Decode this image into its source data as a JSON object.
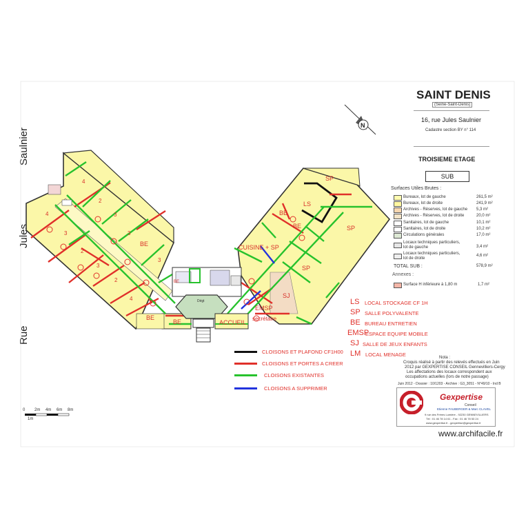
{
  "streets": {
    "street_top": "Saulnier",
    "street_mid": "Jules",
    "street_bottom": "Rue"
  },
  "title_block": {
    "city": "SAINT DENIS",
    "subtitle": "(Seine-Saint-Denis)",
    "address": "16, rue Jules Saulnier",
    "cadastre": "Cadastre section BY n° 114",
    "floor": "TROISIEME ETAGE",
    "sub_box": "SUB"
  },
  "surfaces": {
    "heading": "Surfaces Utiles Brutes :",
    "rows": [
      {
        "label": "Bureaux, lot de gauche",
        "value": "261,5 m²",
        "color": "#fffbb0"
      },
      {
        "label": "Bureaux, lot de droite",
        "value": "241,9 m²",
        "color": "#fff7a0"
      },
      {
        "label": "Archives - Réserves, lot de gauche",
        "value": "5,3 m²",
        "color": "#f7d7b0"
      },
      {
        "label": "Archives - Réserves, lot de droite",
        "value": "20,0 m²",
        "color": "#f3e4c8"
      },
      {
        "label": "Sanitaires, lot de gauche",
        "value": "10,1 m²",
        "color": "#ffffff"
      },
      {
        "label": "Sanitaires, lot de droite",
        "value": "10,2 m²",
        "color": "#ffffff"
      },
      {
        "label": "Circulations générales",
        "value": "17,0 m²",
        "color": "#dde8d4"
      }
    ],
    "tech_rows": [
      {
        "label_1": "Locaux techniques particuliers,",
        "label_2": "lot de gauche",
        "value": "3,4 m²"
      },
      {
        "label_1": "Locaux techniques particuliers,",
        "label_2": "lot de droite",
        "value": "4,6 m²"
      }
    ],
    "total_label": "TOTAL SUB :",
    "total_value": "578,9 m²",
    "annexes_heading": "Annexes :",
    "annexes_row": {
      "label": "Surface H inférieure à 1,80 m",
      "value": "1,7 m²",
      "color": "#f4b6a8"
    }
  },
  "abbreviations": [
    {
      "code": "LS",
      "desc": "LOCAL STOCKAGE CF 1H"
    },
    {
      "code": "SP",
      "desc": "SALLE POLYVALENTE"
    },
    {
      "code": "BE",
      "desc": "BUREAU ENTRETIEN"
    },
    {
      "code": "EMSP",
      "desc": "ESPACE EQUIPE MOBILE"
    },
    {
      "code": "SJ",
      "desc": "SALLE DE JEUX ENFANTS"
    },
    {
      "code": "LM",
      "desc": "LOCAL MENAGE"
    }
  ],
  "wall_legend": [
    {
      "label": "CLOISONS ET PLAFOND CF1H00",
      "color": "#111111"
    },
    {
      "label": "CLOISONS ET PORTES  A CREER",
      "color": "#e0302a"
    },
    {
      "label": "CLOISONS EXISTANTES",
      "color": "#27c22d"
    },
    {
      "label": "CLOISONS A SUPPRIMER",
      "color": "#2233dd"
    }
  ],
  "notes": {
    "heading": "Nota :",
    "line1": "Croquis réalisé à partir des relevés effectués en Juin",
    "line2": "2012 par GEXPERTISE CONSEIL Gennevilliers-Cergy",
    "line3": "Les affectations des locaux correspondent aux",
    "line4": "occupations actuelles (lors de notre passage)"
  },
  "file_info": "Juin 2012 - Dossier : 10/1203 - Archive : G3_3051 - N°49/10 - Ind B",
  "company": {
    "name": "Gexpertise",
    "tagline": "Conseil",
    "line1": "Etienne FAUBERGER & Marc CLAVEL",
    "line2": "9 rue des Frères Lumière - 92230 GENNEVILLIERS",
    "line3": "Tél : 01 46 78 14 61 - Fax : 01 46 78 53 24",
    "line4": "www.gexpertise.fr - gexpertise@gexpertise.fr"
  },
  "scale_bar": {
    "labels": [
      "0",
      "2m",
      "4m",
      "6m",
      "8m"
    ],
    "sub_label": "1m"
  },
  "watermark": "www.archifacile.fr",
  "compass": "N",
  "rooms": {
    "left_wing": [
      "4",
      "2",
      "3",
      "4",
      "3",
      "BE",
      "2",
      "3",
      "3",
      "3",
      "4",
      "BE",
      "2",
      "BE"
    ],
    "right_wing": [
      "SP",
      "LS",
      "BE",
      "BE",
      "SP",
      "CUISINE + SP",
      "SP",
      "SJ",
      "EMSP",
      "secrétaire",
      "ACCUEIL",
      "BE"
    ],
    "center": "Dégt"
  },
  "colors": {
    "room_fill": "#fbf7a8",
    "wall_red": "#e0302a",
    "wall_green": "#27c22d",
    "wall_blue": "#2233dd",
    "wall_black": "#111111",
    "label_red": "#d8302a",
    "hall_green": "#c6dfbf"
  }
}
